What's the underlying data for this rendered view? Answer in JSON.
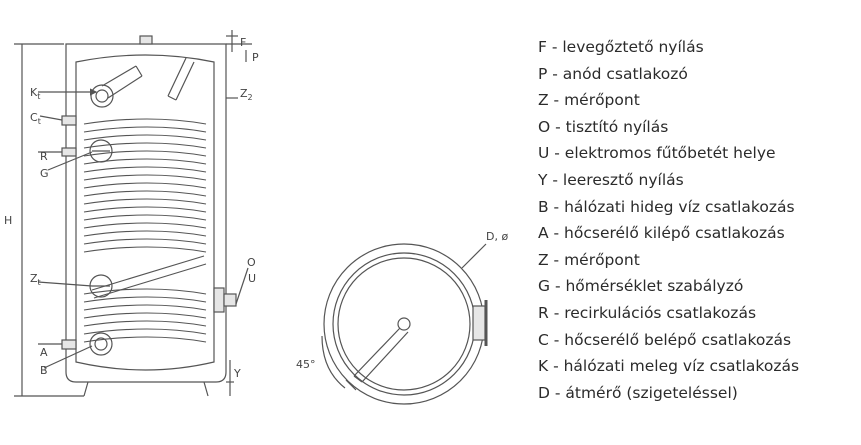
{
  "left_labels": {
    "H": "H",
    "K": "K",
    "C": "C",
    "R": "R",
    "G": "G",
    "Z": "Z",
    "A": "A",
    "B": "B",
    "Kt": "t",
    "Ct": "t",
    "Zt": "t"
  },
  "right_labels": {
    "F": "F",
    "P": "P",
    "Z2": "Z",
    "Z2s": "2",
    "O": "O",
    "U": "U",
    "Y": "Y"
  },
  "top_view": {
    "diameter_label": "D, ø",
    "angle_label": "45°"
  },
  "legend": [
    "F - levegőztető nyílás",
    "P - anód csatlakozó",
    "Z - mérőpont",
    "O - tisztító nyílás",
    "U - elektromos fűtőbetét helye",
    "Y - leeresztő nyílás",
    "B - hálózati hideg víz csatlakozás",
    "A - hőcserélő kilépő csatlakozás",
    "Z - mérőpont",
    "G - hőmérséklet szabályzó",
    "R - recirkulációs csatlakozás",
    "C - hőcserélő belépő csatlakozás",
    "K - hálózati meleg víz csatlakozás",
    "D - átmérő (szigeteléssel)"
  ]
}
